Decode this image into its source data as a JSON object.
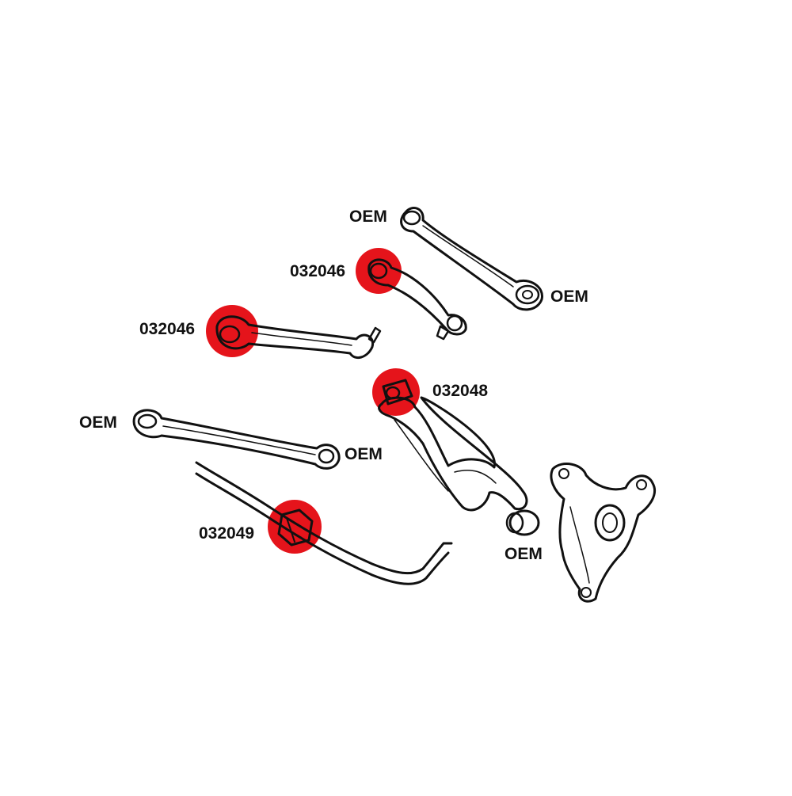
{
  "colors": {
    "highlight": "#e5141b",
    "ink": "#111111",
    "part_fill": "#ffffff",
    "background": "#ffffff"
  },
  "labels": {
    "oem_upper_arm_top": "OEM",
    "oem_upper_arm_end": "OEM",
    "part_032046_upper": "032046",
    "part_032046_lower": "032046",
    "part_032048": "032048",
    "oem_lower_arm_left": "OEM",
    "oem_lower_arm_right": "OEM",
    "part_032049": "032049",
    "oem_bushing": "OEM"
  }
}
